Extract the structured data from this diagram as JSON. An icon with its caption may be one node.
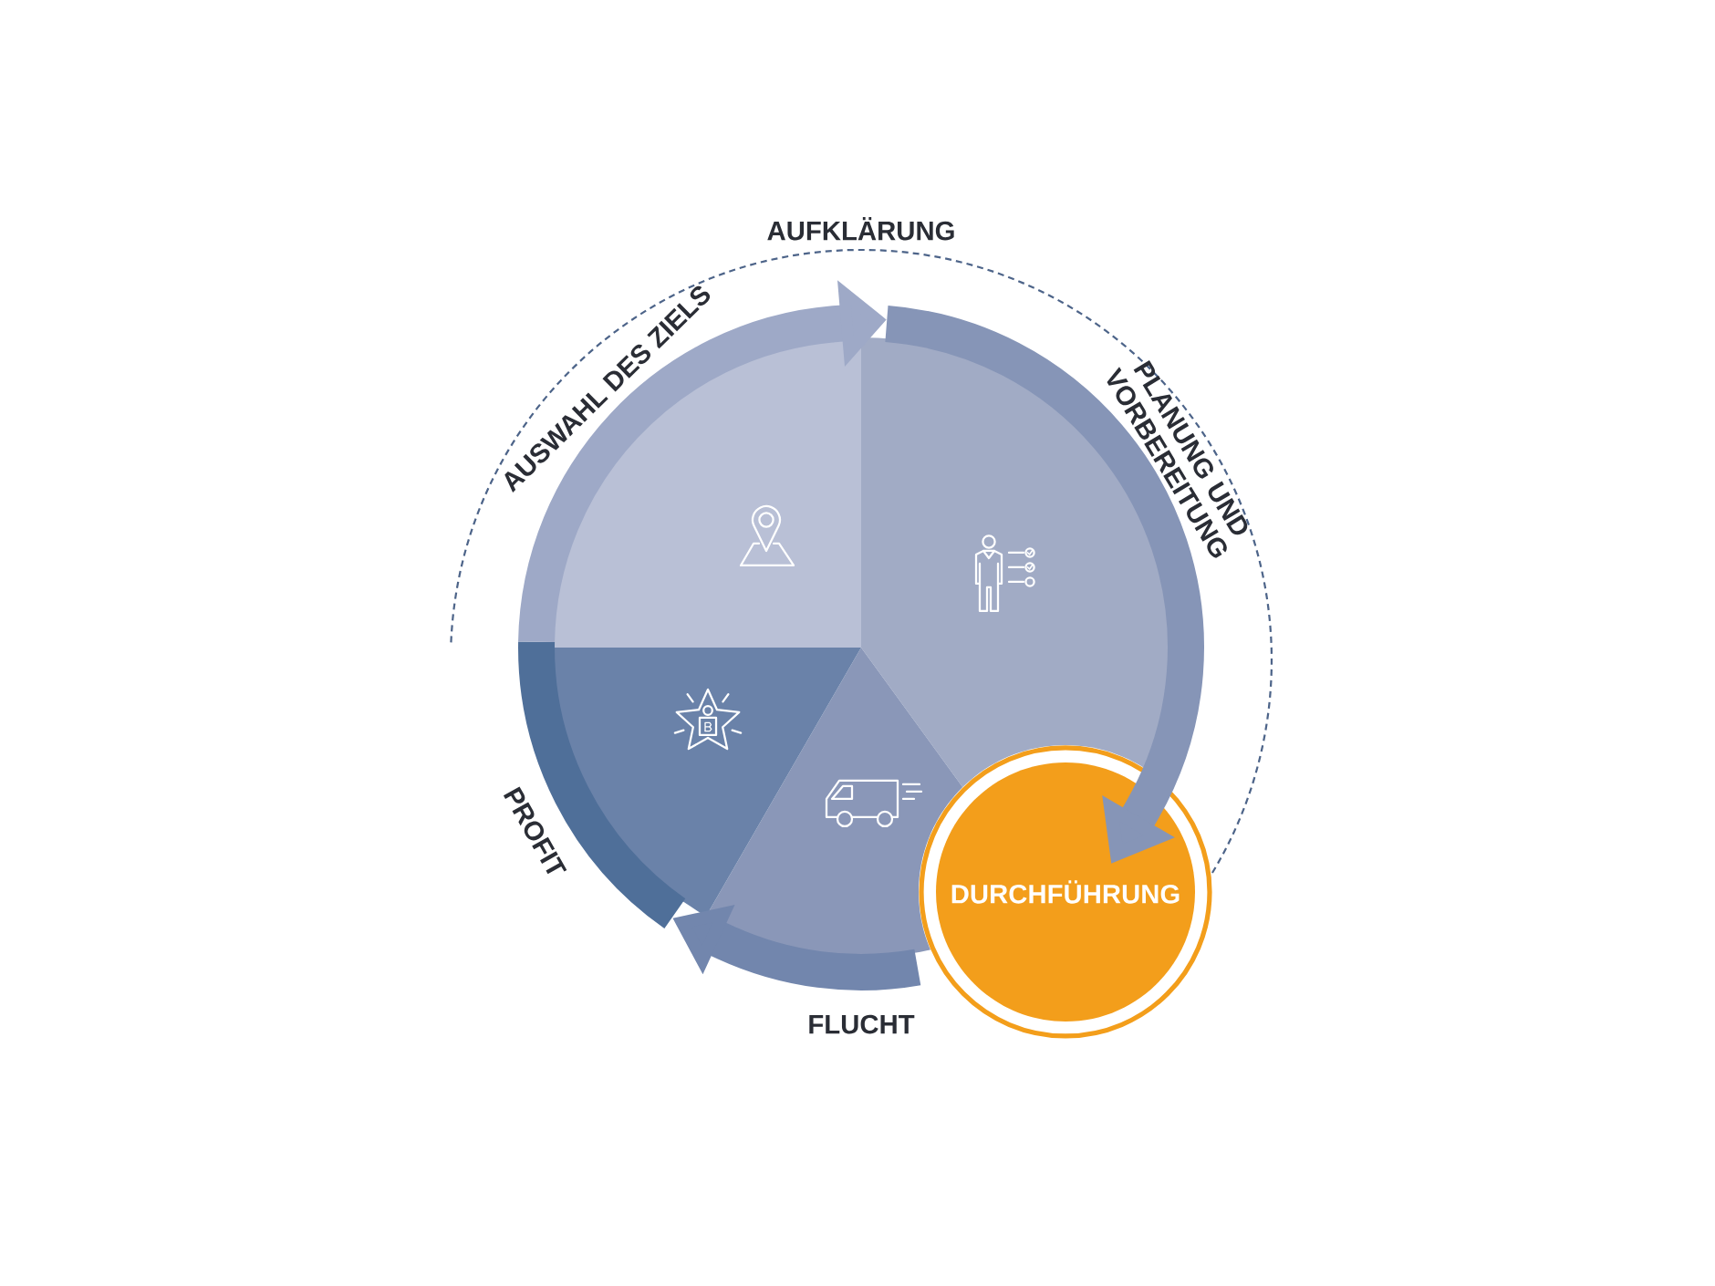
{
  "diagram": {
    "nodes": [
      {
        "text": [
          "AUSWAHL DES ZIELS"
        ]
      },
      {
        "text": [
          "PLANUNG UND VORBEREITUNG"
        ]
      },
      {
        "text": [
          "DURCHFÜHRUNG"
        ]
      },
      {
        "text": [
          "FLUCHT"
        ]
      },
      {
        "text": [
          "PROFIT"
        ]
      }
    ],
    "edges": [
      {
        "from": 0,
        "to": 1,
        "arrow": "to",
        "color": "#9ea9c7"
      },
      {
        "from": 1,
        "to": 2,
        "arrow": "to",
        "color": "#8695b7"
      },
      {
        "from": 2,
        "to": 4,
        "arrow": "to",
        "color": "#7286ad"
      },
      {
        "from": 4,
        "to": 0,
        "arrow": "none",
        "color": "#4f6f99"
      }
    ],
    "labels": [
      "AUFKLÄRUNG"
    ]
  }
}
